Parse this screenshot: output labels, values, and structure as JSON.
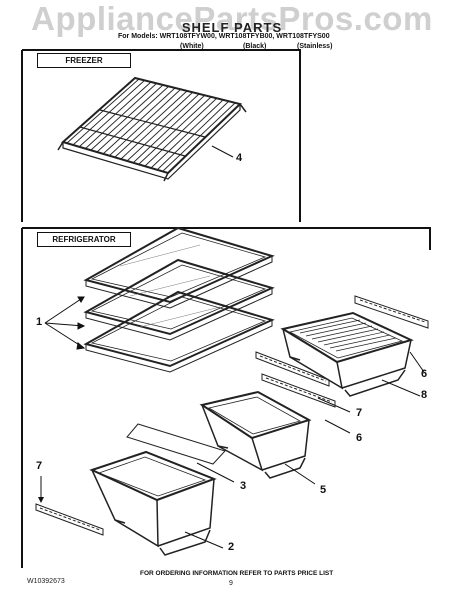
{
  "watermark": "AppliancePartsPros.com",
  "header": {
    "title": "SHELF PARTS",
    "models_line": "For Models: WRT108TFYW00, WRT108TFYB00, WRT108TFYS00",
    "variants": [
      "(White)",
      "(Black)",
      "(Stainless)"
    ]
  },
  "sections": {
    "freezer": "FREEZER",
    "refrigerator": "REFRIGERATOR"
  },
  "callouts": [
    "4",
    "1",
    "6",
    "8",
    "7",
    "6",
    "3",
    "5",
    "7",
    "2"
  ],
  "footer": {
    "doc_number": "W10392673",
    "ordering_info": "FOR ORDERING INFORMATION REFER TO PARTS PRICE LIST",
    "page_number": "9"
  }
}
